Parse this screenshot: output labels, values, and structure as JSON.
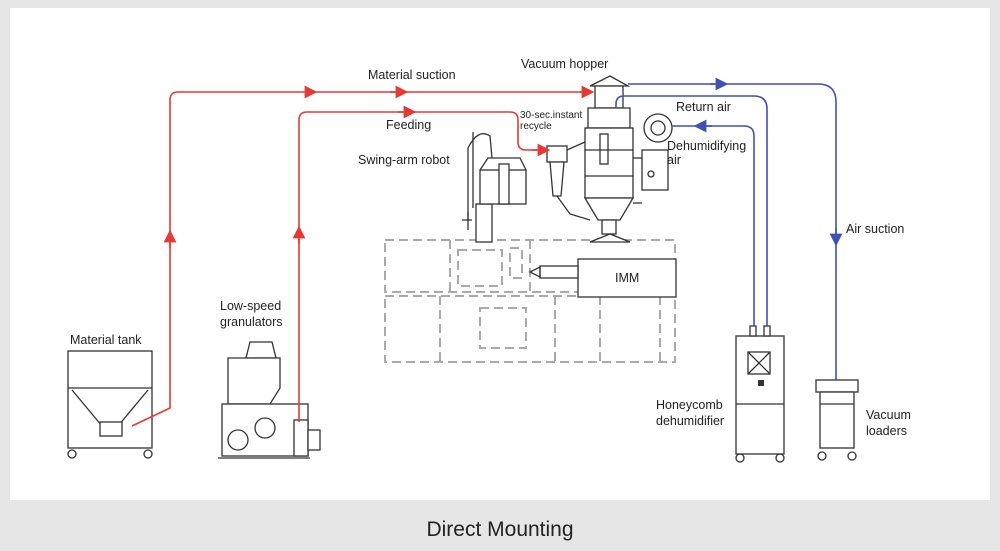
{
  "caption": "Direct Mounting",
  "labels": {
    "material_suction": "Material suction",
    "feeding": "Feeding",
    "vacuum_hopper": "Vacuum hopper",
    "recycle_line1": "30-sec.instant",
    "recycle_line2": "recycle",
    "return_air": "Return air",
    "dehum_air_line1": "Dehumidifying",
    "dehum_air_line2": "air",
    "swing_arm_robot": "Swing-arm robot",
    "air_suction": "Air suction",
    "imm": "IMM",
    "material_tank": "Material tank",
    "granulators_line1": "Low-speed",
    "granulators_line2": "granulators",
    "honeycomb_line1": "Honeycomb",
    "honeycomb_line2": "dehumidifier",
    "vacuum_loaders_line1": "Vacuum",
    "vacuum_loaders_line2": "loaders"
  },
  "colors": {
    "material_flow": "#e53935",
    "air_flow": "#3f51b5",
    "background": "#e6e6e6"
  }
}
